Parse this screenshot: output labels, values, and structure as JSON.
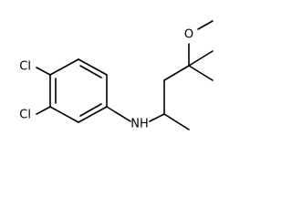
{
  "molecule": {
    "atom_labels": {
      "chlorine_top": "Cl",
      "chlorine_bottom": "Cl",
      "amine": "NH",
      "oxygen": "O"
    }
  }
}
